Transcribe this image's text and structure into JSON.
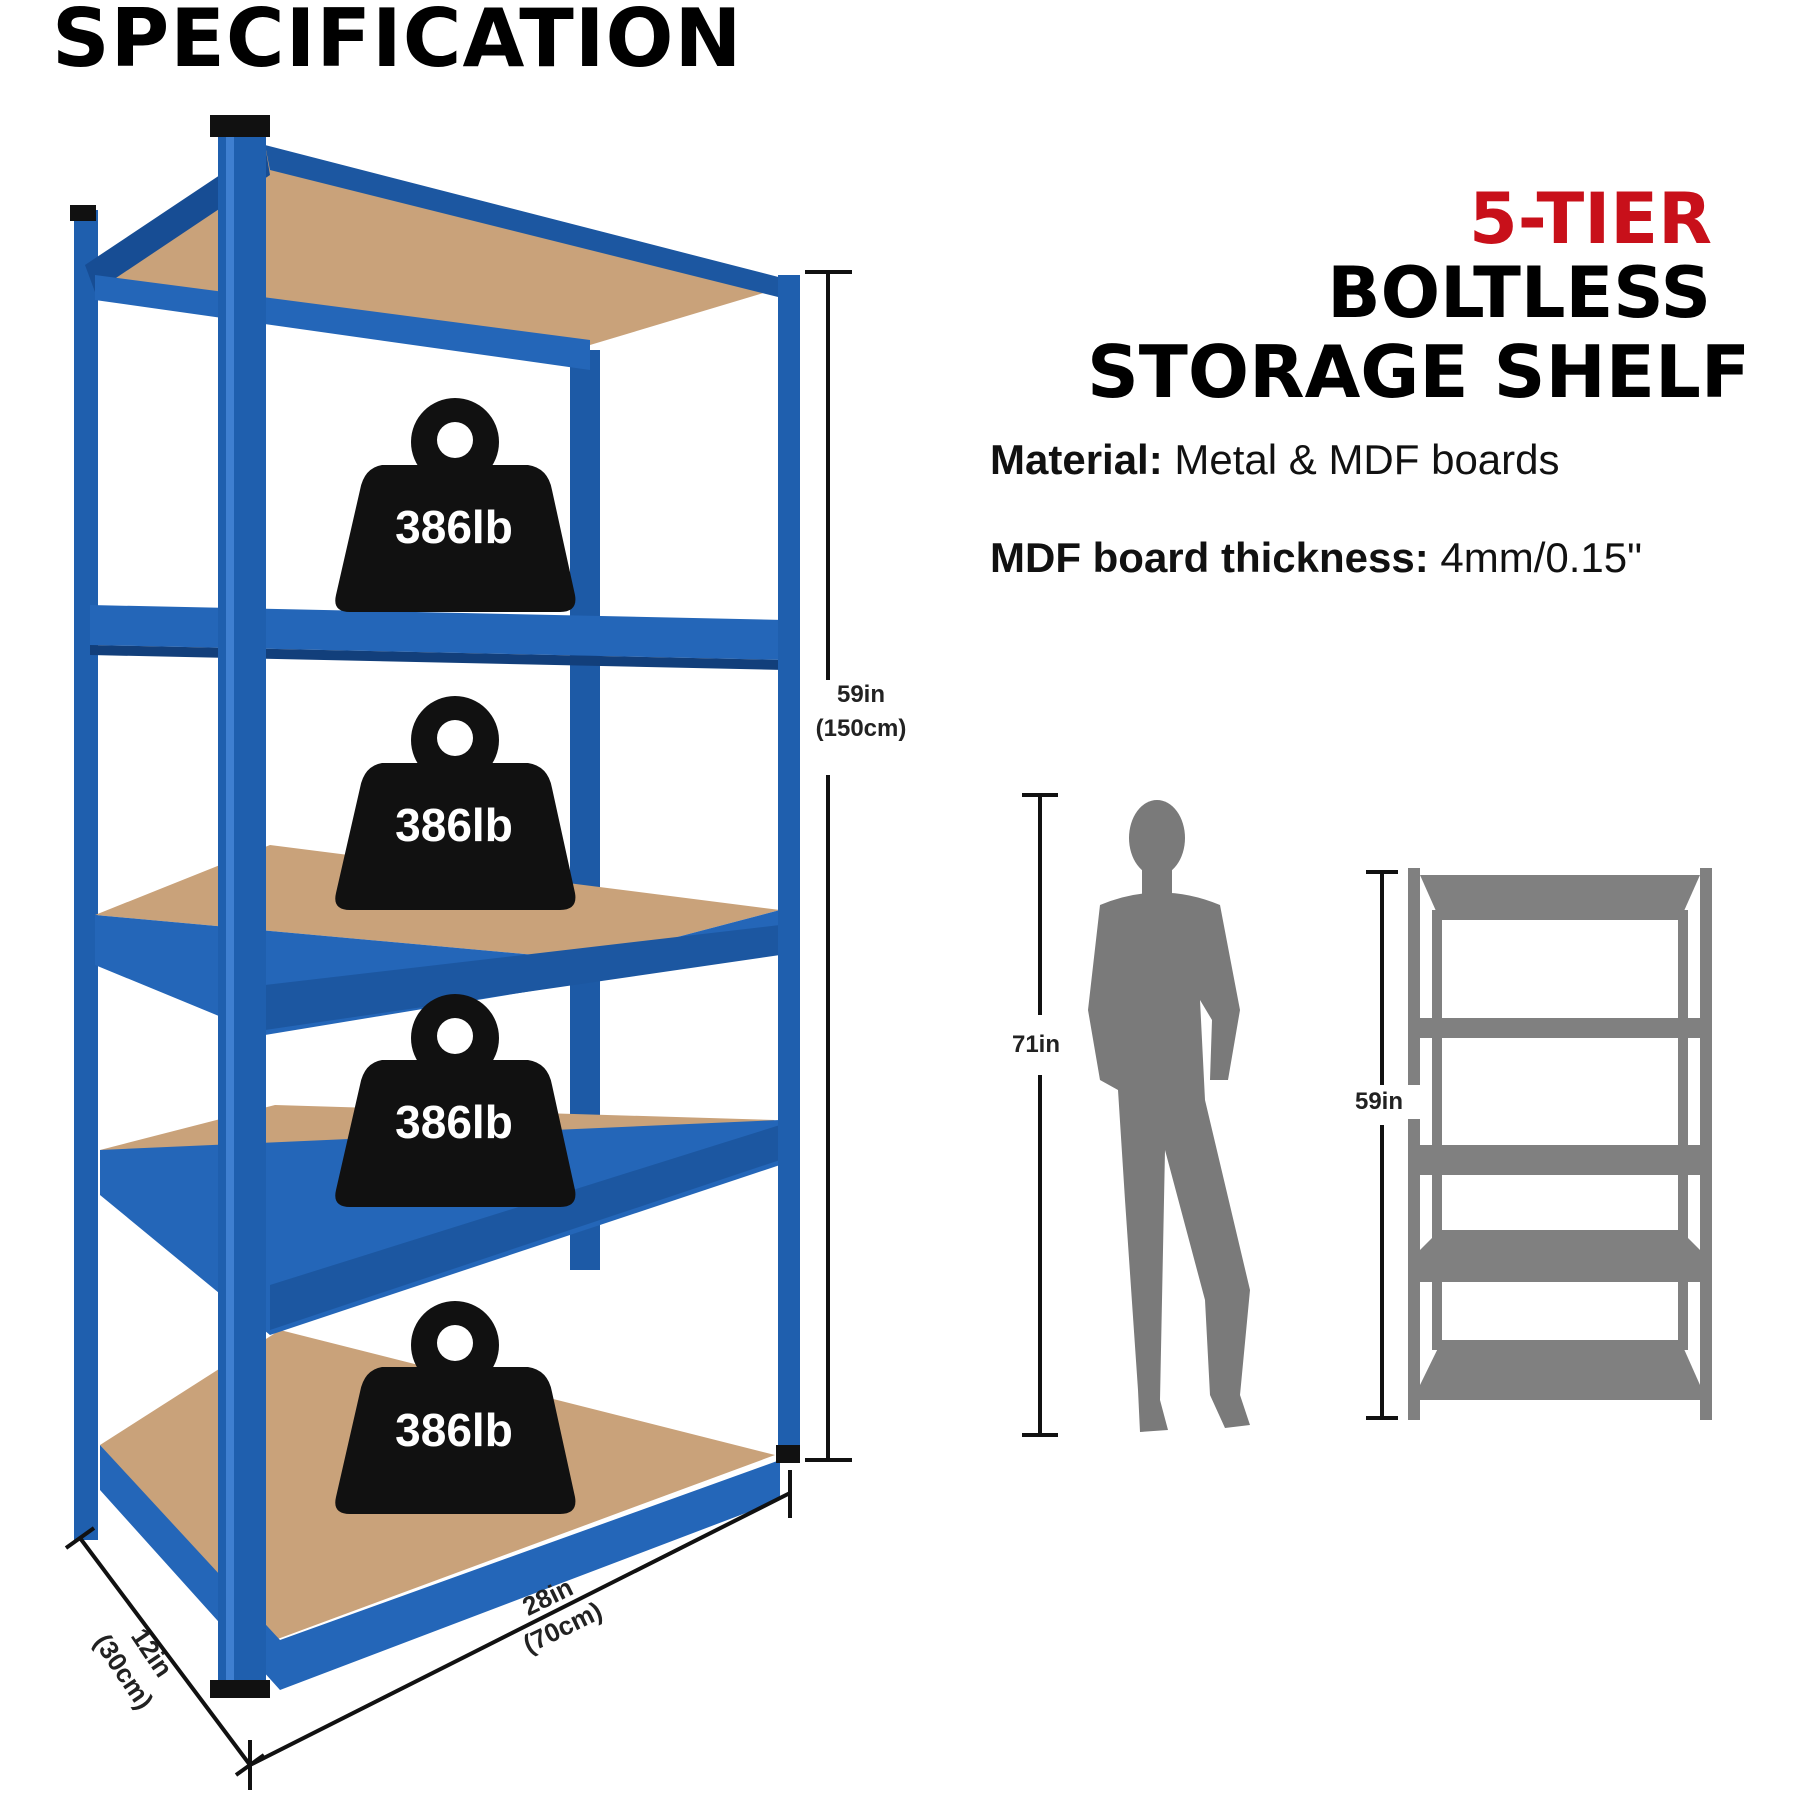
{
  "header": {
    "title": "SPECIFICATION"
  },
  "product": {
    "title_line1": "5-TIER",
    "title_line2": "BOLTLESS",
    "title_line3": "STORAGE SHELF"
  },
  "specs": {
    "material_label": "Material:",
    "material_value": "Metal & MDF boards",
    "thickness_label": "MDF board thickness:",
    "thickness_value": "4mm/0.15\""
  },
  "shelf": {
    "load_labels": [
      "386lb",
      "386lb",
      "386lb",
      "386lb"
    ],
    "height_in": "59in",
    "height_cm": "(150cm)",
    "depth_in": "12in",
    "depth_cm": "(30cm)",
    "width_in": "28in",
    "width_cm": "(70cm)"
  },
  "comparison": {
    "person_height": "71in",
    "shelf_height": "59in"
  },
  "colors": {
    "frame_blue": "#1f5fae",
    "board": "#c9a27a",
    "accent_red": "#c8101a",
    "silhouette": "#7a7a7a"
  }
}
